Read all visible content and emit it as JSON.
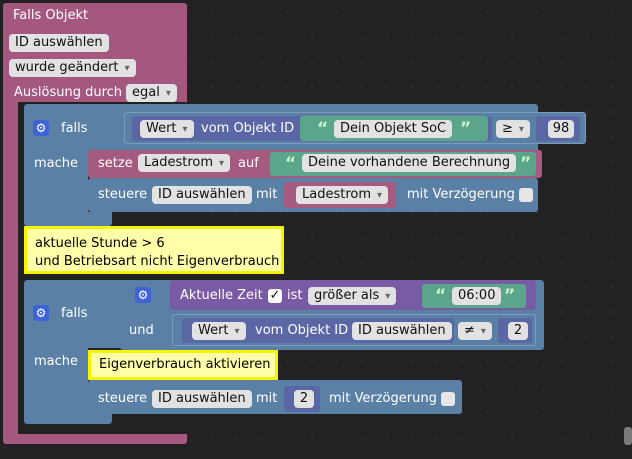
{
  "trigger": {
    "title": "Falls Objekt",
    "id_select": "ID auswählen",
    "condition": "wurde geändert",
    "trigger_label": "Auslösung durch",
    "trigger_value": "egal"
  },
  "if1": {
    "if_label": "falls",
    "do_label": "mache",
    "value_field": "Wert",
    "from_object": "vom Objekt ID",
    "object_name": "Dein Objekt SoC",
    "operator": "≥",
    "number": "98",
    "set_label": "setze",
    "set_var": "Ladestrom",
    "set_to": "auf",
    "set_text": "Deine vorhandene Berechnung",
    "control_label": "steuere",
    "control_id": "ID auswählen",
    "with_label": "mit",
    "control_var": "Ladestrom",
    "delay_label": "mit Verzögerung"
  },
  "comment1": {
    "line1": "aktuelle Stunde > 6",
    "line2": "und Betriebsart nicht Eigenverbrauch"
  },
  "if2": {
    "if_label": "falls",
    "do_label": "mache",
    "and_label": "und",
    "time_label": "Aktuelle Zeit",
    "is_label": "ist",
    "compare": "größer als",
    "time_value": "06:00",
    "value_field": "Wert",
    "from_object": "vom Objekt ID",
    "object_id": "ID auswählen",
    "neq": "≠",
    "number": "2",
    "comment": "Eigenverbrauch aktivieren",
    "control_label": "steuere",
    "control_id": "ID auswählen",
    "with_label": "mit",
    "control_value": "2",
    "delay_label": "mit Verzögerung"
  },
  "colors": {
    "event_block": "#a5587f",
    "logic_block": "#5b80a5",
    "control_block": "#5b80a5",
    "compare_block": "#5b80a5",
    "value_block": "#5b67a5",
    "text_block": "#5ba58c",
    "variable_block": "#a55b80",
    "time_block": "#795ba5",
    "comment_bg": "#ffffaa",
    "comment_border": "#f5f500",
    "workspace": "#222222"
  }
}
